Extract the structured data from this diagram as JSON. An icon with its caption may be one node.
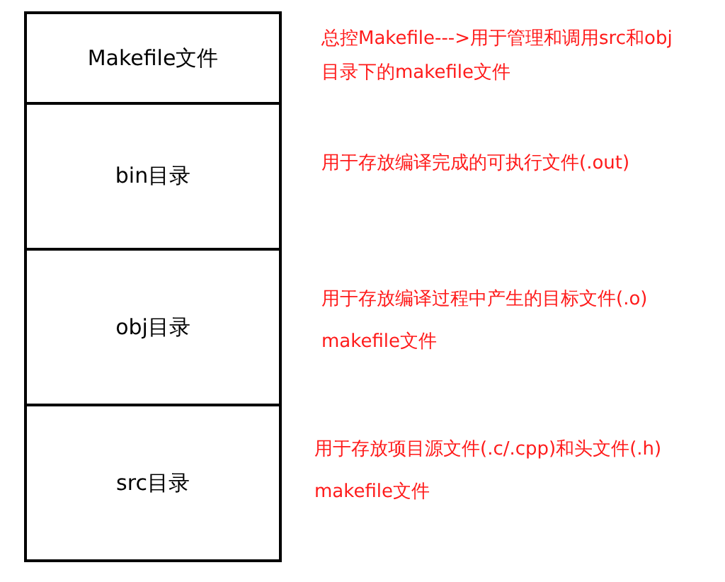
{
  "diagram": {
    "nodes": [
      {
        "text": [
          "Makefile文件"
        ],
        "beside": [
          "总控Makefile--->用于管理和调用src和obj目录下的makefile文件"
        ]
      },
      {
        "text": [
          "bin目录"
        ],
        "beside": [
          "用于存放编译完成的可执行文件(.out)"
        ]
      },
      {
        "text": [
          "obj目录"
        ],
        "beside": [
          "用于存放编译过程中产生的目标文件(.o)",
          "makefile文件"
        ]
      },
      {
        "text": [
          "src目录"
        ],
        "beside": [
          "用于存放项目源文件(.c/.cpp)和头文件(.h)",
          "makefile文件"
        ]
      }
    ],
    "edges": []
  }
}
